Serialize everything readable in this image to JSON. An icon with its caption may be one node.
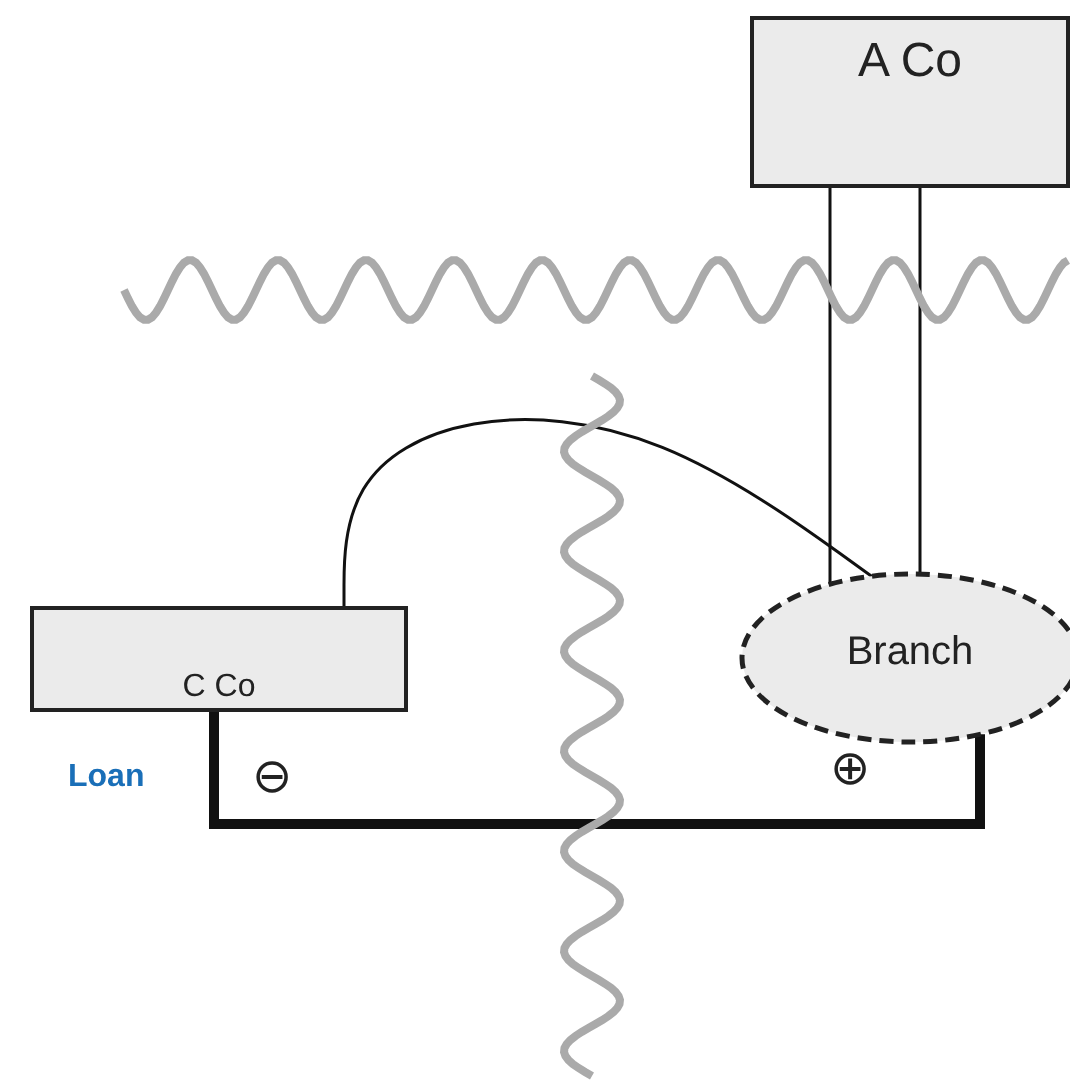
{
  "diagram": {
    "nodes": [
      {
        "text": [
          "A Co"
        ]
      },
      {
        "text": [
          "C Co"
        ]
      },
      {
        "text": [
          "Branch"
        ]
      }
    ],
    "edges": [
      {
        "from": 0,
        "to": 2,
        "arrow": "none"
      },
      {
        "from": 0,
        "to": 2,
        "arrow": "none"
      },
      {
        "from": 1,
        "to": 2,
        "arrow": "none"
      },
      {
        "from": 1,
        "to": 2,
        "arrow": "none",
        "style": "thick"
      }
    ],
    "labels": [
      "Loan",
      "⊖",
      "⊕"
    ]
  }
}
